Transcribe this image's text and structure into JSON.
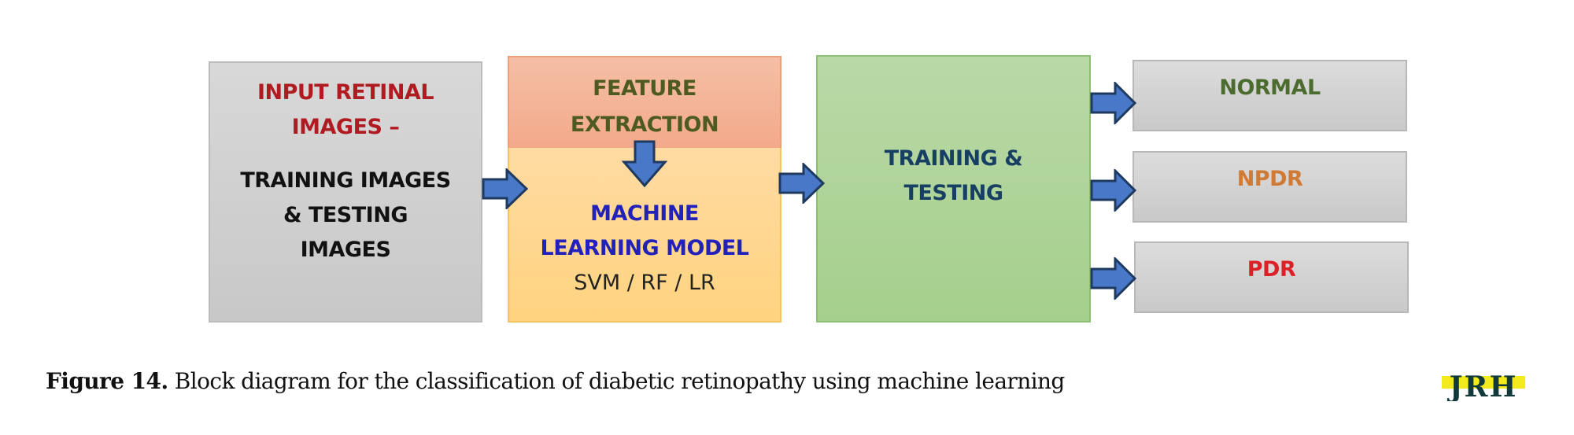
{
  "diagram": {
    "input_block": {
      "title_lines": [
        "INPUT RETINAL",
        "IMAGES –"
      ],
      "body_lines": [
        "TRAINING IMAGES",
        "& TESTING",
        "IMAGES"
      ]
    },
    "feature_block": {
      "lines": [
        "FEATURE",
        "EXTRACTION"
      ]
    },
    "model_block": {
      "title_lines": [
        "MACHINE",
        "LEARNING MODEL"
      ],
      "models": "SVM / RF / LR"
    },
    "training_block": {
      "lines": [
        "TRAINING &",
        "TESTING"
      ]
    },
    "outputs": [
      {
        "label": "NORMAL",
        "color": "#4c6b2f"
      },
      {
        "label": "NPDR",
        "color": "#cf7a35"
      },
      {
        "label": "PDR",
        "color": "#dd1f26"
      }
    ],
    "colors": {
      "arrow_fill": "#4a78c8",
      "arrow_stroke": "#1f3a5f"
    }
  },
  "caption": {
    "label": "Figure 14.",
    "text": " Block diagram for the classification of diabetic retinopathy using machine learning"
  },
  "logo": {
    "text": "JRH"
  }
}
